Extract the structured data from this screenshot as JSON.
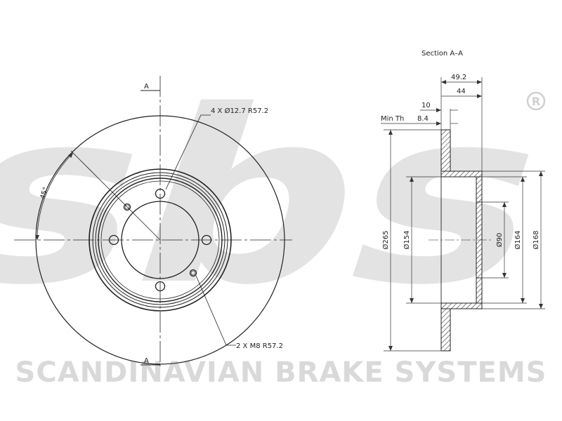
{
  "brand": {
    "logo_text": "sbs",
    "registered_mark": "R",
    "tagline": "SCANDINAVIAN BRAKE SYSTEMS"
  },
  "front_view": {
    "section_marker_top": "A",
    "section_marker_bottom": "A",
    "angle_label": "45°",
    "bolt_holes_label": "4 X Ø12.7 R57.2",
    "threaded_holes_label": "2 X M8 R57.2"
  },
  "section_view": {
    "title": "Section A–A",
    "dim_49_2": "49.2",
    "dim_44": "44",
    "dim_10": "10",
    "min_th_label": "Min Th",
    "min_th_value": "8.4",
    "dia_265": "Ø265",
    "dia_154": "Ø154",
    "dia_90": "Ø90",
    "dia_164": "Ø164",
    "dia_168": "Ø168"
  }
}
